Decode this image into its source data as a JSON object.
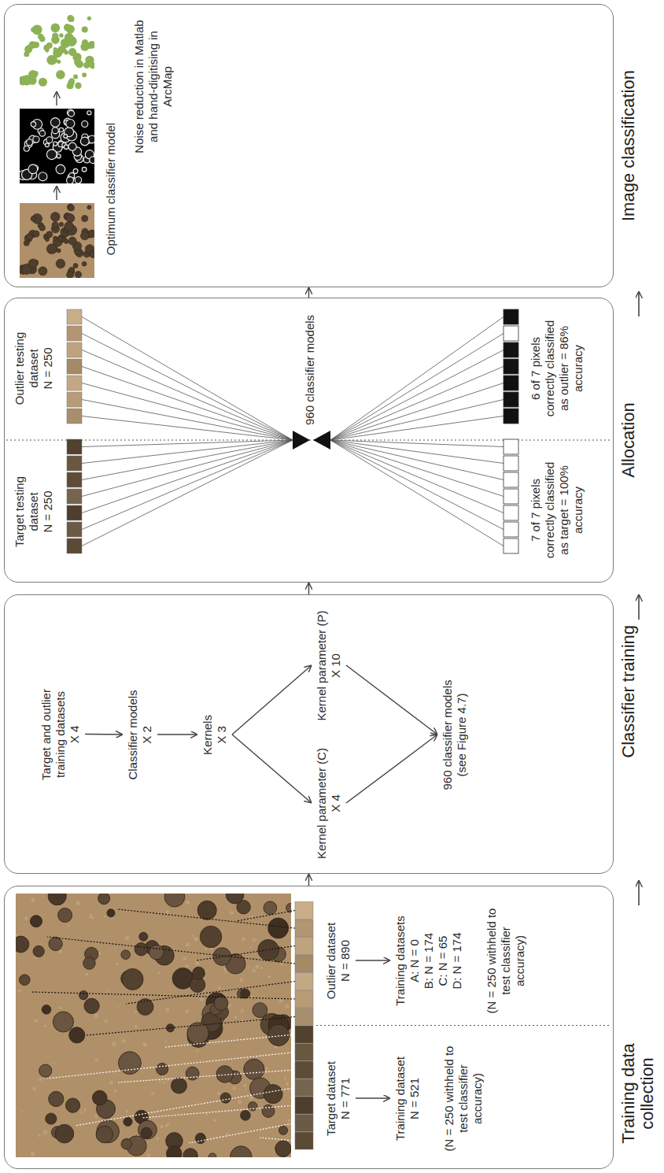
{
  "diagram": {
    "nodes": [
      {
        "text": [
          "Training data collection"
        ]
      },
      {
        "text": [
          "Target dataset",
          "N = 771"
        ],
        "in": 0
      },
      {
        "text": [
          "Training dataset",
          "N = 521",
          "(N = 250 withheld to test classifier accuracy)"
        ],
        "in": 0
      },
      {
        "text": [
          "Outlier dataset",
          "N = 890"
        ],
        "in": 0
      },
      {
        "text": [
          "Training datasets",
          "A: N = 0",
          "B: N = 174",
          "C: N = 65",
          "D: N = 174",
          "(N = 250 withheld to test classifier accuracy)"
        ],
        "in": 0
      },
      {
        "text": [
          "Classifier training"
        ]
      },
      {
        "text": [
          "Target and outlier training datasets",
          "X 4"
        ],
        "in": 5
      },
      {
        "text": [
          "Classifier models",
          "X 2"
        ],
        "in": 5
      },
      {
        "text": [
          "Kernels",
          "X 3"
        ],
        "in": 5
      },
      {
        "text": [
          "Kernel parameter (C)",
          "X 4"
        ],
        "in": 5
      },
      {
        "text": [
          "Kernel parameter (P)",
          "X 10"
        ],
        "in": 5
      },
      {
        "text": [
          "960 classifier models",
          "(see Figure 4.7)"
        ],
        "in": 5
      },
      {
        "text": [
          "Allocation"
        ]
      },
      {
        "text": [
          "Image classification"
        ]
      }
    ],
    "edges": [
      {
        "from": 1,
        "to": 2,
        "arrow": "to"
      },
      {
        "from": 3,
        "to": 4,
        "arrow": "to"
      },
      {
        "from": 6,
        "to": 7,
        "arrow": "to"
      },
      {
        "from": 7,
        "to": 8,
        "arrow": "to"
      },
      {
        "from": 8,
        "to": 9,
        "arrow": "to"
      },
      {
        "from": 8,
        "to": 10,
        "arrow": "to"
      },
      {
        "from": 9,
        "to": 11,
        "arrow": "to"
      },
      {
        "from": 10,
        "to": 11,
        "arrow": "to"
      },
      {
        "from": 0,
        "to": 5,
        "arrow": "to"
      },
      {
        "from": 5,
        "to": 12,
        "arrow": "to"
      },
      {
        "from": 12,
        "to": 13,
        "arrow": "to"
      }
    ],
    "labels": [
      "Target testing dataset",
      "N = 250",
      "Outlier testing dataset",
      "N = 250",
      "960 classifier models",
      "7 of 7 pixels correctly classified as target = 100% accuracy",
      "6 of 7 pixels correctly classified as outlier = 86% accuracy",
      "Optimum classifier model",
      "Noise reduction in Matlab and hand-digitising in ArcMap"
    ]
  }
}
